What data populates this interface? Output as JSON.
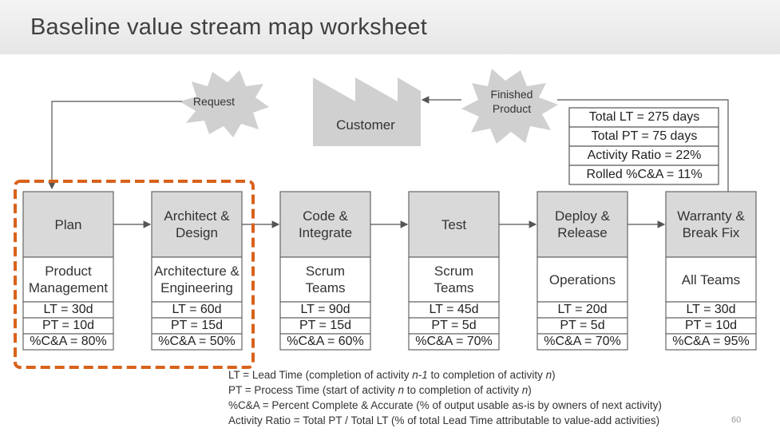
{
  "title": "Baseline value stream map worksheet",
  "request_label": "Request",
  "customer_label": "Customer",
  "finished_label": "Finished\nProduct",
  "totals": [
    "Total LT = 275 days",
    "Total PT = 75 days",
    "Activity Ratio = 22%",
    "Rolled %C&A = 11%"
  ],
  "processes": [
    {
      "name": "Plan",
      "owner": "Product\nManagement",
      "lt": "LT = 30d",
      "pt": "PT = 10d",
      "ca": "%C&A = 80%"
    },
    {
      "name": "Architect &\nDesign",
      "owner": "Architecture &\nEngineering",
      "lt": "LT = 60d",
      "pt": "PT = 15d",
      "ca": "%C&A = 50%"
    },
    {
      "name": "Code &\nIntegrate",
      "owner": "Scrum\nTeams",
      "lt": "LT = 90d",
      "pt": "PT = 15d",
      "ca": "%C&A = 60%"
    },
    {
      "name": "Test",
      "owner": "Scrum\nTeams",
      "lt": "LT = 45d",
      "pt": "PT = 5d",
      "ca": "%C&A = 70%"
    },
    {
      "name": "Deploy &\nRelease",
      "owner": "Operations",
      "lt": "LT = 20d",
      "pt": "PT = 5d",
      "ca": "%C&A = 70%"
    },
    {
      "name": "Warranty &\nBreak Fix",
      "owner": "All Teams",
      "lt": "LT = 30d",
      "pt": "PT = 10d",
      "ca": "%C&A = 95%"
    }
  ],
  "legend": [
    {
      "pre": "LT = Lead Time (completion of activity ",
      "i1": "n-1",
      "mid": " to completion of activity ",
      "i2": "n",
      "post": ")"
    },
    {
      "pre": "PT = Process Time (start of activity ",
      "i1": "n",
      "mid": " to completion of activity ",
      "i2": "n",
      "post": ")"
    },
    {
      "pre": "%C&A = Percent Complete & Accurate (% of output usable as-is by owners of next activity)",
      "i1": "",
      "mid": "",
      "i2": "",
      "post": ""
    },
    {
      "pre": "Activity Ratio = Total PT / Total LT (% of total Lead Time attributable to value-add activities)",
      "i1": "",
      "mid": "",
      "i2": "",
      "post": ""
    }
  ],
  "page_number": "60",
  "colors": {
    "box_fill": "#d9d9d9",
    "box_stroke": "#666666",
    "highlight": "#d8621a",
    "burst_fill": "#d0d0d0"
  }
}
